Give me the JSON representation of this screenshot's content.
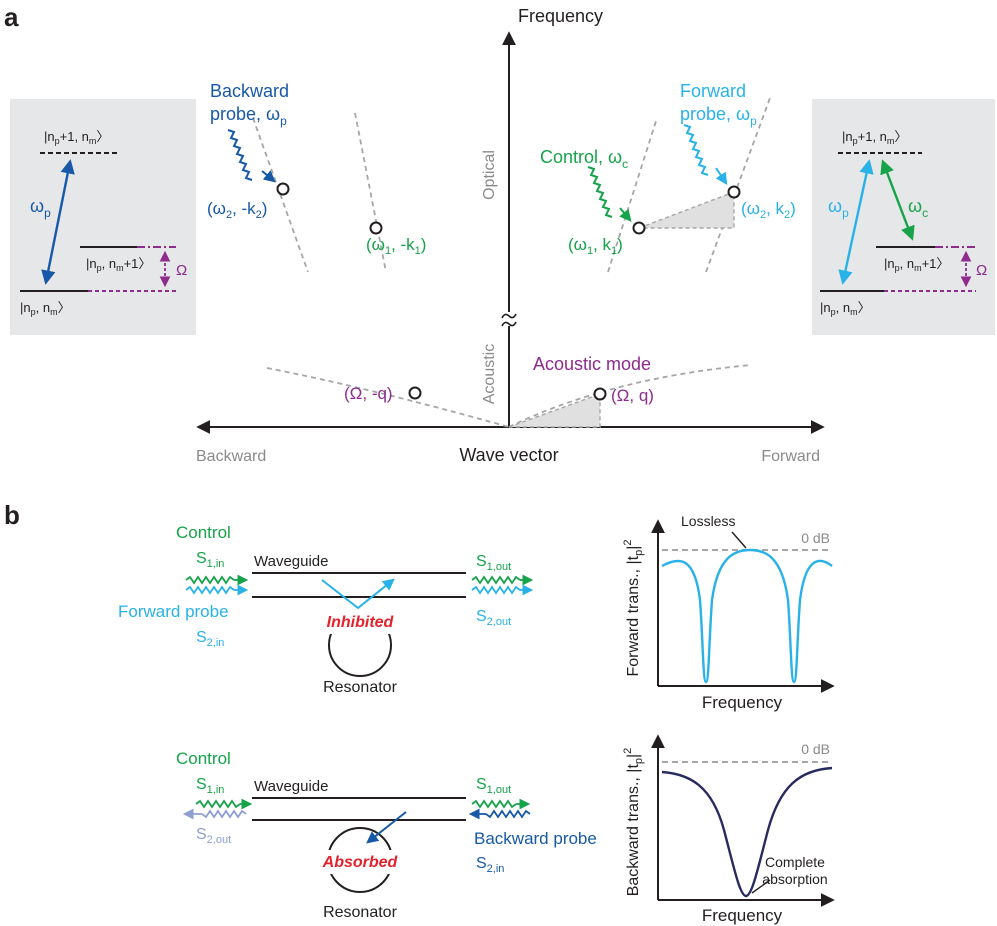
{
  "panel_a": {
    "letter": "a",
    "axis_frequency": "Frequency",
    "axis_wave_vector": "Wave vector",
    "label_backward": "Backward",
    "label_forward": "Forward",
    "label_optical": "Optical",
    "label_acoustic": "Acoustic",
    "backward_probe_line1": "Backward",
    "backward_probe_line2": "probe, ω",
    "backward_probe_sub": "p",
    "forward_probe_line1": "Forward",
    "forward_probe_line2": "probe, ω",
    "forward_probe_sub": "p",
    "control_label": "Control, ω",
    "control_sub": "c",
    "acoustic_mode": "Acoustic mode",
    "pt_w2_negk2": {
      "a": "(ω",
      "s1": "2",
      "b": ", -k",
      "s2": "2",
      "c": ")"
    },
    "pt_w1_negk1": {
      "a": "(ω",
      "s1": "1",
      "b": ", -k",
      "s2": "1",
      "c": ")"
    },
    "pt_w1_k1": {
      "a": "(ω",
      "s1": "1",
      "b": ", k",
      "s2": "1",
      "c": ")"
    },
    "pt_w2_k2": {
      "a": "(ω",
      "s1": "2",
      "b": ", k",
      "s2": "2",
      "c": ")"
    },
    "pt_omega_negq": "(Ω, -q)",
    "pt_omega_q": "(Ω, q)"
  },
  "level_diagrams": {
    "left": {
      "top": {
        "a": "|n",
        "s1": "p",
        "b": "+1, n",
        "s2": "m",
        "c": "〉"
      },
      "mid": {
        "a": "|n",
        "s1": "p",
        "b": ", n",
        "s2": "m",
        "c": "+1〉"
      },
      "bot": {
        "a": "|n",
        "s1": "p",
        "b": ", n",
        "s2": "m",
        "c": "〉"
      },
      "omega_p": "ω",
      "omega_p_sub": "p",
      "omega_big": "Ω"
    },
    "right": {
      "top": {
        "a": "|n",
        "s1": "p",
        "b": "+1, n",
        "s2": "m",
        "c": "〉"
      },
      "mid": {
        "a": "|n",
        "s1": "p",
        "b": ", n",
        "s2": "m",
        "c": "+1〉"
      },
      "bot": {
        "a": "|n",
        "s1": "p",
        "b": ", n",
        "s2": "m",
        "c": "〉"
      },
      "omega_p": "ω",
      "omega_p_sub": "p",
      "omega_c": "ω",
      "omega_c_sub": "c",
      "omega_big": "Ω"
    }
  },
  "panel_b": {
    "letter": "b",
    "top": {
      "control": "Control",
      "s1in": "S",
      "s1in_sub": "1,in",
      "waveguide": "Waveguide",
      "s1out": "S",
      "s1out_sub": "1,out",
      "forward_probe": "Forward probe",
      "s2in": "S",
      "s2in_sub": "2,in",
      "s2out": "S",
      "s2out_sub": "2,out",
      "inhibited": "Inhibited",
      "resonator": "Resonator"
    },
    "bottom": {
      "control": "Control",
      "s1in": "S",
      "s1in_sub": "1,in",
      "waveguide": "Waveguide",
      "s1out": "S",
      "s1out_sub": "1,out",
      "s2out": "S",
      "s2out_sub": "2,out",
      "backward_probe": "Backward probe",
      "s2in": "S",
      "s2in_sub": "2,in",
      "absorbed": "Absorbed",
      "resonator": "Resonator"
    },
    "plot_forward": {
      "ylabel_a": "Forward trans., |t",
      "ylabel_sub": "p",
      "ylabel_b": "|",
      "ylabel_sup": "2",
      "xlabel": "Frequency",
      "zero_db": "0 dB",
      "lossless": "Lossless"
    },
    "plot_backward": {
      "ylabel_a": "Backward trans., |t",
      "ylabel_sub": "p",
      "ylabel_b": "|",
      "ylabel_sup": "2",
      "xlabel": "Frequency",
      "zero_db": "0 dB",
      "complete_1": "Complete",
      "complete_2": "absorption"
    }
  },
  "colors": {
    "control": "#16a34a",
    "forward_probe": "#29b2e8",
    "backward_probe": "#1759a6",
    "acoustic": "#8e2b8e",
    "emphasis": "#e3232c",
    "dashed_gray": "#a6a6a6",
    "panel_gray": "#e6e7e8",
    "backward_curve": "#262a5e"
  }
}
